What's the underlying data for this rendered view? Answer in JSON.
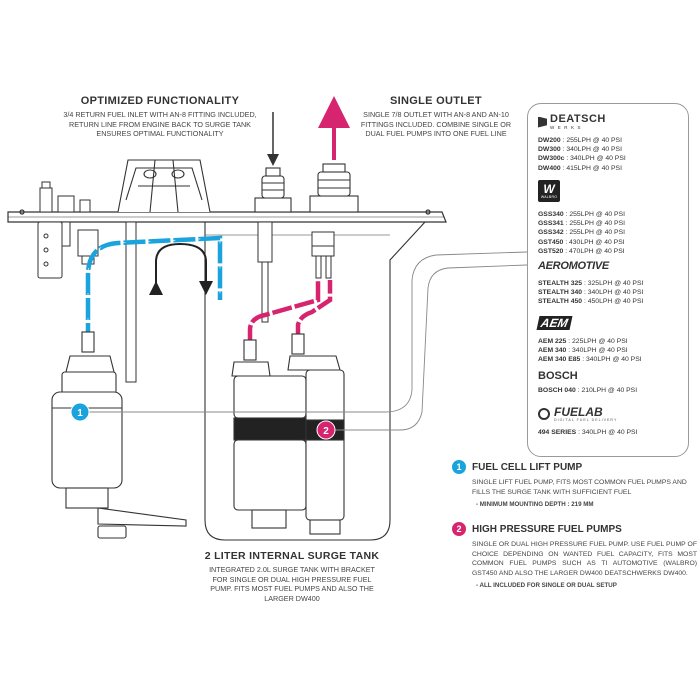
{
  "callouts": {
    "optimized": {
      "title": "OPTIMIZED FUNCTIONALITY",
      "body": "3/4 RETURN FUEL INLET WITH AN-8 FITTING INCLUDED, RETURN LINE FROM ENGINE BACK TO SURGE TANK ENSURES OPTIMAL FUNCTIONALITY"
    },
    "single_outlet": {
      "title": "SINGLE OUTLET",
      "body": "SINGLE 7/8 OUTLET WITH AN-8 AND AN-10 FITTINGS INCLUDED. COMBINE SINGLE OR DUAL FUEL PUMPS INTO ONE FUEL LINE"
    },
    "surge_tank": {
      "title": "2 LITER INTERNAL SURGE TANK",
      "body": "INTEGRATED 2.0L SURGE TANK WITH BRACKET FOR SINGLE OR DUAL HIGH PRESSURE FUEL PUMP. FITS MOST FUEL PUMPS AND ALSO THE LARGER DW400"
    }
  },
  "markers": {
    "lift": "1",
    "high": "2"
  },
  "brands": {
    "deatschwerks": {
      "logo": "DEATSCH",
      "logo_sub": "WERKS",
      "models": [
        {
          "name": "DW200",
          "spec": ": 255LPH @ 40 PSI"
        },
        {
          "name": "DW300",
          "spec": ": 340LPH @ 40 PSI"
        },
        {
          "name": "DW300c",
          "spec": ": 340LPH @ 40 PSI"
        },
        {
          "name": "DW400",
          "spec": ": 415LPH @ 40 PSI"
        }
      ]
    },
    "walbro": {
      "logo_sub": "WALBRO",
      "models": [
        {
          "name": "GSS340",
          "spec": ": 255LPH @ 40 PSI"
        },
        {
          "name": "GSS341",
          "spec": ": 255LPH @ 40 PSI"
        },
        {
          "name": "GSS342",
          "spec": ": 255LPH @ 40 PSI"
        },
        {
          "name": "GST450",
          "spec": ": 430LPH @ 40 PSI"
        },
        {
          "name": "GST520",
          "spec": ": 470LPH @ 40 PSI"
        }
      ]
    },
    "aeromotive": {
      "logo": "AEROMOTIVE",
      "models": [
        {
          "name": "STEALTH 325",
          "spec": ": 325LPH @ 40 PSI"
        },
        {
          "name": "STEALTH 340",
          "spec": ": 340LPH @ 40 PSI"
        },
        {
          "name": "STEALTH 450",
          "spec": ": 450LPH @ 40 PSI"
        }
      ]
    },
    "aem": {
      "logo": "AEM",
      "models": [
        {
          "name": "AEM 225",
          "spec": ": 225LPH @ 40 PSI"
        },
        {
          "name": "AEM 340",
          "spec": ": 340LPH @ 40 PSI"
        },
        {
          "name": "AEM 340 E85",
          "spec": ": 340LPH @ 40 PSI"
        }
      ]
    },
    "bosch": {
      "logo": "BOSCH",
      "models": [
        {
          "name": "BOSCH 040",
          "spec": ": 210LPH @ 40 PSI"
        }
      ]
    },
    "fuelab": {
      "logo": "FUELAB",
      "logo_sub": "DIGITAL FUEL DELIVERY",
      "models": [
        {
          "name": "494 SERIES",
          "spec": ": 340LPH @ 40 PSI"
        }
      ]
    }
  },
  "info": {
    "lift": {
      "number": "1",
      "title": "FUEL CELL LIFT PUMP",
      "body": "SINGLE LIFT FUEL PUMP, FITS MOST COMMON FUEL PUMPS AND FILLS THE SURGE TANK WITH SUFFICIENT FUEL",
      "note": "- MINIMUM MOUNTING DEPTH : 219 MM"
    },
    "high": {
      "number": "2",
      "title": "HIGH PRESSURE FUEL PUMPS",
      "body": "SINGLE OR DUAL HIGH PRESSURE FUEL PUMP. USE FUEL PUMP OF CHOICE DEPENDING ON WANTED FUEL CAPACITY, FITS MOST COMMON FUEL PUMPS SUCH AS TI AUTOMOTIVE (WALBRO) GST450 AND ALSO THE LARGER DW400 DEATSCHWERKS DW400.",
      "note": "- ALL INCLUDED FOR SINGLE OR DUAL SETUP"
    }
  },
  "colors": {
    "blue": "#1aa3dc",
    "magenta": "#d6246e",
    "line": "#333333",
    "outline": "#9a9a9a"
  }
}
